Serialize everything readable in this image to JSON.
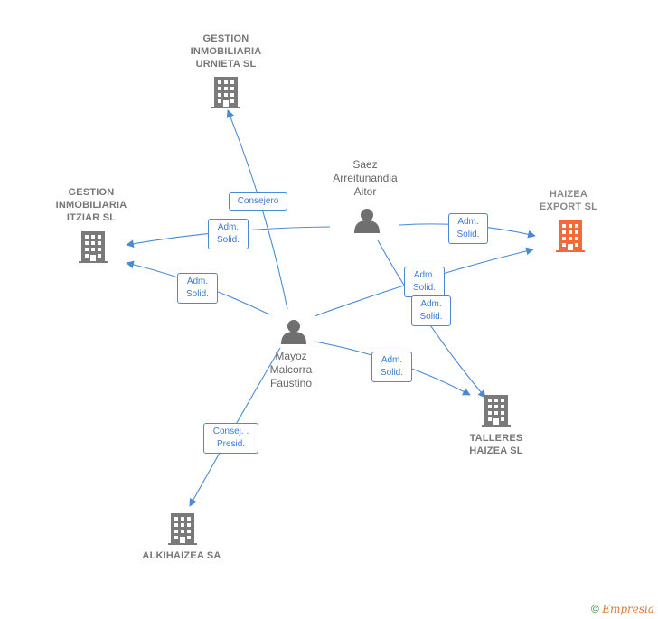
{
  "colors": {
    "edge": "#4a8ad4",
    "building": "#7a7a7a",
    "building_main": "#f26a3a",
    "person": "#6f6f6f"
  },
  "nodes": {
    "gestion_urnieta": {
      "lines": [
        "GESTION",
        "INMOBILIARIA",
        "URNIETA SL"
      ],
      "icon": "building-icon"
    },
    "gestion_itziar": {
      "lines": [
        "GESTION",
        "INMOBILIARIA",
        "ITZIAR  SL"
      ],
      "icon": "building-icon"
    },
    "haizea_export": {
      "lines": [
        "HAIZEA",
        "EXPORT  SL"
      ],
      "icon": "building-icon"
    },
    "talleres_haizea": {
      "lines": [
        "TALLERES",
        "HAIZEA SL"
      ],
      "icon": "building-icon"
    },
    "alkihaizea": {
      "lines": [
        "ALKIHAIZEA SA"
      ],
      "icon": "building-icon"
    },
    "saez": {
      "lines": [
        "Saez",
        "Arreitunandia",
        "Aitor"
      ],
      "icon": "person-icon"
    },
    "mayoz": {
      "lines": [
        "Mayoz",
        "Malcorra",
        "Faustino"
      ],
      "icon": "person-icon"
    }
  },
  "edges": [
    {
      "label": [
        "Consejero"
      ]
    },
    {
      "label": [
        "Adm.",
        "Solid."
      ]
    },
    {
      "label": [
        "Adm.",
        "Solid."
      ]
    },
    {
      "label": [
        "Adm.",
        "Solid."
      ]
    },
    {
      "label": [
        "Adm.",
        "Solid."
      ]
    },
    {
      "label": [
        "Adm.",
        "Solid."
      ]
    },
    {
      "label": [
        "Adm.",
        "Solid."
      ]
    },
    {
      "label": [
        "Consej. .",
        "Presid."
      ]
    }
  ],
  "footer": {
    "copyright": "©",
    "brand": "Empresia"
  }
}
